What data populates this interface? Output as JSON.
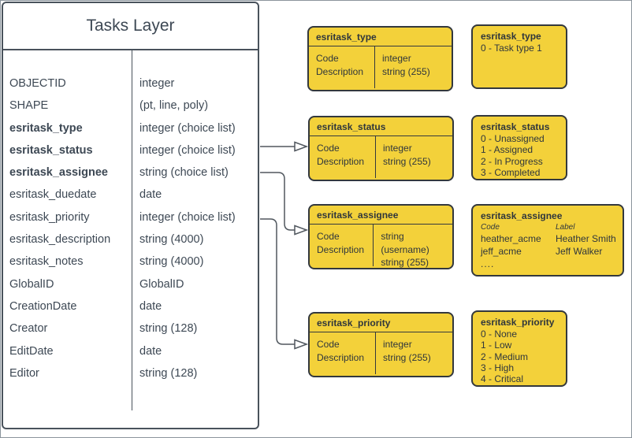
{
  "tasks_layer": {
    "title": "Tasks Layer",
    "fields": [
      {
        "name": "OBJECTID",
        "type": "integer"
      },
      {
        "name": "SHAPE",
        "type": "(pt, line, poly)"
      },
      {
        "name": "esritask_type",
        "type": "integer (choice list)"
      },
      {
        "name": "esritask_status",
        "type": "integer (choice list)"
      },
      {
        "name": "esritask_assignee",
        "type": "string (choice list)"
      },
      {
        "name": "esritask_duedate",
        "type": "date"
      },
      {
        "name": "esritask_priority",
        "type": "integer (choice list)"
      },
      {
        "name": "esritask_description",
        "type": "string (4000)"
      },
      {
        "name": "esritask_notes",
        "type": "string (4000)"
      },
      {
        "name": "GlobalID",
        "type": "GlobalID"
      },
      {
        "name": "CreationDate",
        "type": "date"
      },
      {
        "name": "Creator",
        "type": "string (128)"
      },
      {
        "name": "EditDate",
        "type": "date"
      },
      {
        "name": "Editor",
        "type": "string (128)"
      }
    ]
  },
  "domain_tables": [
    {
      "title": "esritask_type",
      "col1": [
        "Code",
        "Description"
      ],
      "col2": [
        "integer",
        "string (255)"
      ]
    },
    {
      "title": "esritask_status",
      "col1": [
        "Code",
        "Description"
      ],
      "col2": [
        "integer",
        "string (255)"
      ]
    },
    {
      "title": "esritask_assignee",
      "col1": [
        "Code",
        "Description"
      ],
      "col2": [
        "string (username)",
        "string (255)"
      ]
    },
    {
      "title": "esritask_priority",
      "col1": [
        "Code",
        "Description"
      ],
      "col2": [
        "integer",
        "string (255)"
      ]
    }
  ],
  "value_lists": {
    "type": {
      "title": "esritask_type",
      "items": [
        "0 - Task type 1"
      ]
    },
    "status": {
      "title": "esritask_status",
      "items": [
        "0 - Unassigned",
        "1 - Assigned",
        "2 - In Progress",
        "3 - Completed"
      ]
    },
    "assignee": {
      "title": "esritask_assignee",
      "code_header": "Code",
      "label_header": "Label",
      "entries": [
        {
          "code": "heather_acme",
          "label": "Heather Smith"
        },
        {
          "code": "jeff_acme",
          "label": "Jeff Walker"
        }
      ],
      "ellipsis": "...."
    },
    "priority": {
      "title": "esritask_priority",
      "items": [
        "0 - None",
        "1 - Low",
        "2 - Medium",
        "3 - High",
        "4 - Critical"
      ]
    }
  },
  "colors": {
    "domain_fill": "#f3d13a",
    "domain_border": "#33383d",
    "table_border": "#49525c",
    "table_text": "#3d4854",
    "connector": "#50575e"
  }
}
